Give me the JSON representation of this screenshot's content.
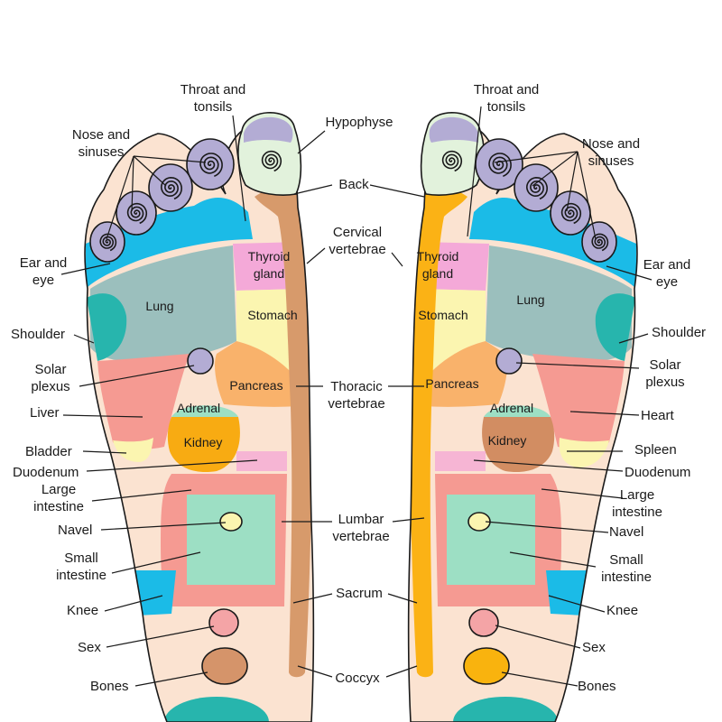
{
  "colors": {
    "skin": "#fbe3d1",
    "lavender": "#b3acd4",
    "cyan": "#1bbbe7",
    "pale_green": "#e2f2dc",
    "teal": "#27b5ad",
    "gray_blue": "#9bbfbd",
    "pink": "#f4a9d8",
    "light_yellow": "#fbf5b0",
    "orange": "#f9b26b",
    "salmon": "#f59a92",
    "mint": "#9ddfc4",
    "kidney_orange": "#f8ab12",
    "kidney_brown": "#d28d62",
    "duodenum_pink": "#f6b5d4",
    "spine_brown": "#d79a6b",
    "spine_orange": "#fbb215",
    "sex_pink": "#f4a4a6",
    "bones_brown": "#d5946a",
    "bones_orange": "#f9b30e"
  },
  "labels": {
    "throat_tonsils_l1": "Throat and",
    "throat_tonsils_l2": "tonsils",
    "nose_sinuses_l1": "Nose and",
    "nose_sinuses_l2": "sinuses",
    "hypophyse": "Hypophyse",
    "back": "Back",
    "cervical_l1": "Cervical",
    "cervical_l2": "vertebrae",
    "ear_eye_l1": "Ear and",
    "ear_eye_l2": "eye",
    "shoulder": "Shoulder",
    "solar_l1": "Solar",
    "solar_l2": "plexus",
    "liver": "Liver",
    "heart": "Heart",
    "bladder": "Bladder",
    "spleen": "Spleen",
    "duodenum": "Duodenum",
    "large_l1": "Large",
    "large_l2": "intestine",
    "navel": "Navel",
    "small_l1": "Small",
    "small_l2": "intestine",
    "knee": "Knee",
    "sex": "Sex",
    "bones": "Bones",
    "thoracic_l1": "Thoracic",
    "thoracic_l2": "vertebrae",
    "lumbar_l1": "Lumbar",
    "lumbar_l2": "vertebrae",
    "sacrum": "Sacrum",
    "coccyx": "Coccyx"
  },
  "inner_labels": {
    "thyroid_l1": "Thyroid",
    "thyroid_l2": "gland",
    "lung": "Lung",
    "stomach": "Stomach",
    "pancreas": "Pancreas",
    "adrenal": "Adrenal",
    "kidney": "Kidney"
  }
}
